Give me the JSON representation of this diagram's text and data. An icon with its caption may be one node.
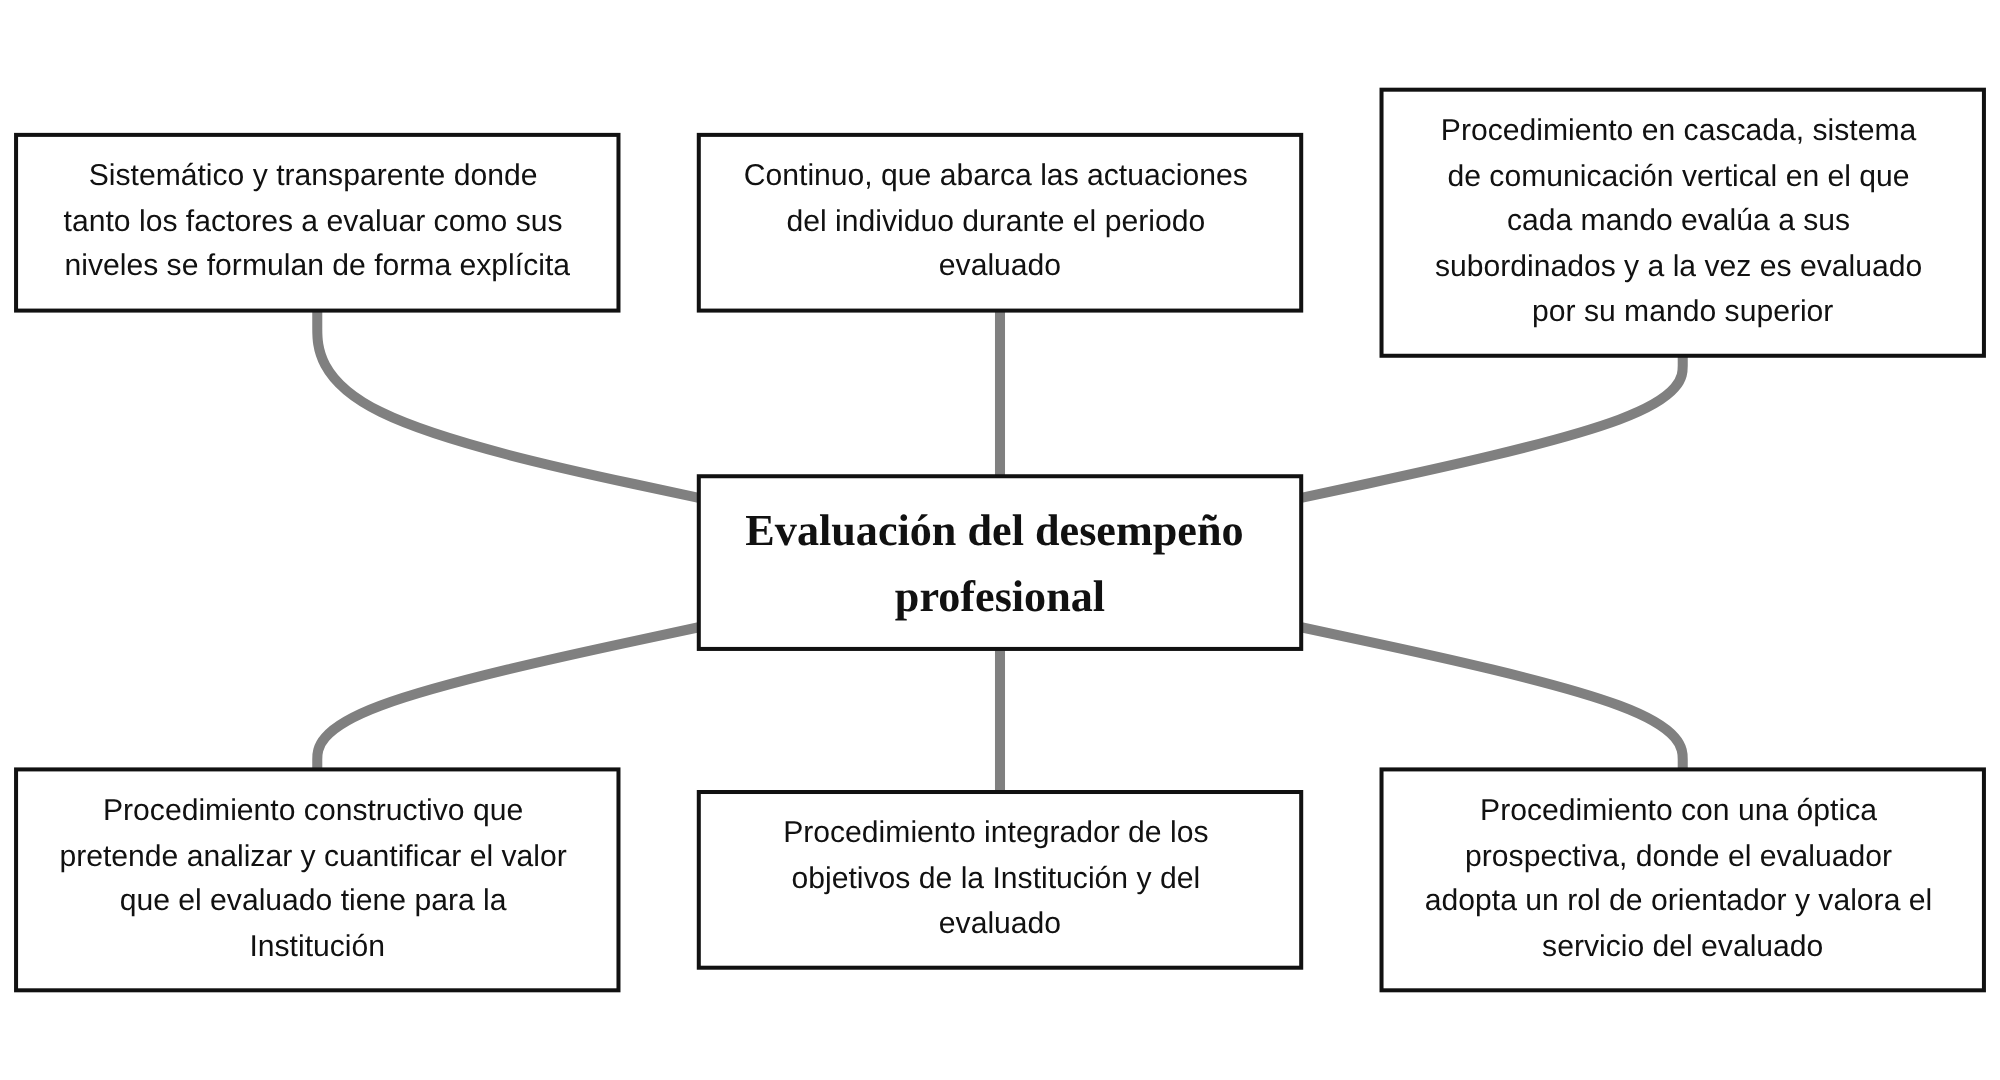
{
  "diagram": {
    "nodes": [
      {
        "text": [
          "Continuo, que abarca las actuaciones del individuo durante el periodo evaluado"
        ]
      },
      {
        "text": [
          "Sistemático y transparente donde tanto los factores a evaluar como sus niveles se formulan de forma explícita"
        ]
      },
      {
        "text": [
          "Procedimiento en cascada, sistema de comunicación vertical en el que cada mando evalúa a sus subordinados y a la vez es evaluado por su mando superior"
        ]
      },
      {
        "text": [
          "Evaluación del desempeño profesional"
        ]
      },
      {
        "text": [
          "Procedimiento constructivo que pretende analizar y cuantificar el valor que el evaluado tiene para la Institución"
        ]
      },
      {
        "text": [
          "Procedimiento con una óptica prospectiva, donde el evaluador adopta un rol de orientador y valora el servicio del evaluado"
        ]
      },
      {
        "text": [
          "Procedimiento integrador de los objetivos de la Institución y del evaluado"
        ]
      }
    ],
    "edges": [
      {
        "from": 1,
        "to": 3,
        "arrow": "none"
      },
      {
        "from": 0,
        "to": 3,
        "arrow": "none"
      },
      {
        "from": 2,
        "to": 3,
        "arrow": "none"
      },
      {
        "from": 3,
        "to": 4,
        "arrow": "none"
      },
      {
        "from": 3,
        "to": 6,
        "arrow": "none"
      },
      {
        "from": 3,
        "to": 5,
        "arrow": "none"
      }
    ]
  }
}
